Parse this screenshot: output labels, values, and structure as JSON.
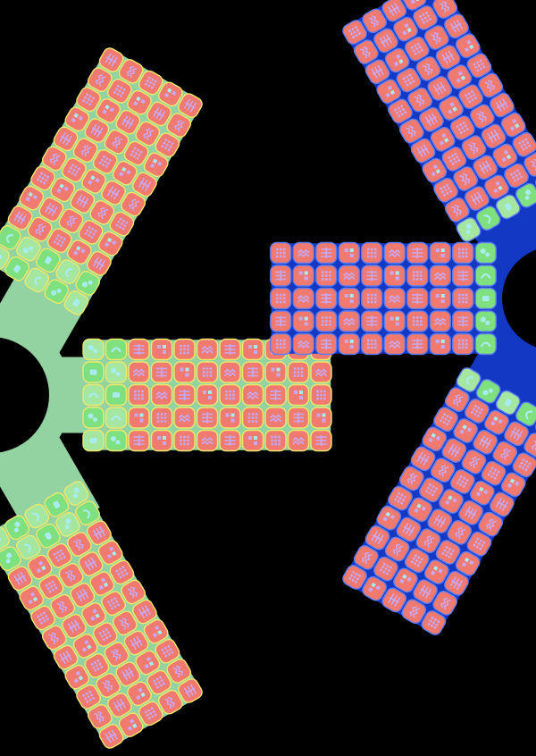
{
  "colors": {
    "background": "#000000",
    "mint_hub": "#93d3a2",
    "blue_hub": "#1238c4",
    "cell_coral": "#f07a70",
    "cell_green": "#7ee07e",
    "cell_green_alt": "#a5e6a0",
    "pattern_lavender": "#c9a8f0",
    "pattern_cyan": "#a8ecf0",
    "outline_yellow": "#ece86c",
    "outline_blue": "#5c7cf2"
  },
  "groups": [
    {
      "name": "mint-array",
      "hub_color": "mint_hub",
      "outline": "outline_yellow",
      "arms": [
        {
          "name": "mint-arm-upper",
          "rows": 5,
          "cols": 11,
          "green_cols": 2
        },
        {
          "name": "mint-arm-middle",
          "rows": 5,
          "cols": 11,
          "green_cols": 2
        },
        {
          "name": "mint-arm-lower",
          "rows": 5,
          "cols": 11,
          "green_cols": 2
        }
      ]
    },
    {
      "name": "blue-array",
      "hub_color": "blue_hub",
      "outline": "outline_blue",
      "arms": [
        {
          "name": "blue-arm-upper",
          "rows": 5,
          "cols": 11,
          "green_cols": 1
        },
        {
          "name": "blue-arm-middle",
          "rows": 5,
          "cols": 10,
          "green_cols": 1
        },
        {
          "name": "blue-arm-lower",
          "rows": 5,
          "cols": 11,
          "green_cols": 1
        }
      ]
    }
  ]
}
